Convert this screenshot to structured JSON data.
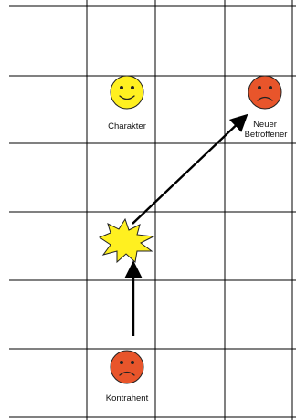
{
  "labels": {
    "character": "Charakter",
    "new_affected_line1": "Neuer",
    "new_affected_line2": "Betroffener",
    "opponent": "Kontrahent"
  },
  "colors": {
    "happy_face": "#FFF020",
    "sad_face": "#E8552B",
    "explosion": "#FFF020",
    "grid": "#000000",
    "arrow": "#000000"
  },
  "icons": {
    "character": "smiley-happy-icon",
    "new_affected": "smiley-sad-icon",
    "opponent": "smiley-sad-icon",
    "conflict": "explosion-burst-icon"
  }
}
